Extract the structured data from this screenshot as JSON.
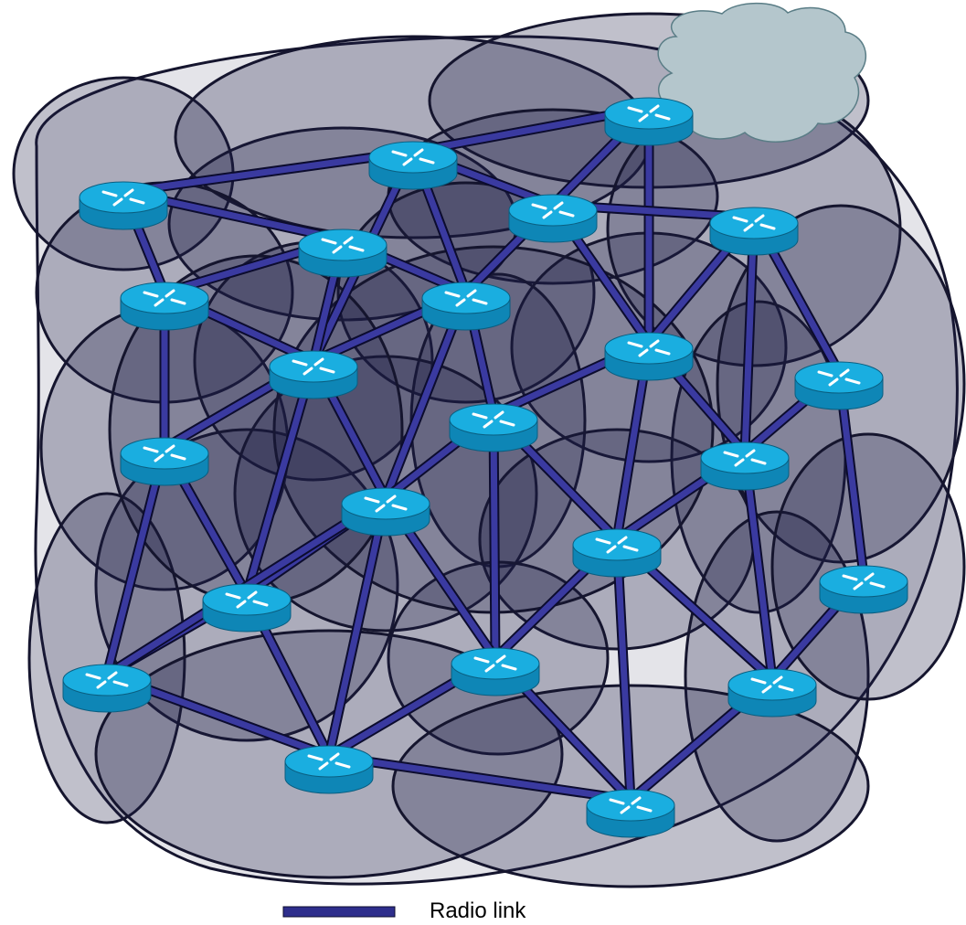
{
  "legend": {
    "label": "Radio link",
    "color": "#2e2e8c"
  },
  "colors": {
    "coverage_fill": "#1e1e46",
    "coverage_stroke": "#15152e",
    "link_fill": "#3a3aa0",
    "link_edge": "#0c0c2e",
    "router_top": "#1aaee0",
    "router_side": "#0e86b6",
    "cloud_fill": "#b4c6cc",
    "cloud_stroke": "#5a7d86"
  },
  "icons": {
    "router": "router-icon",
    "cloud": "internet-cloud-icon"
  },
  "routers": [
    {
      "id": "r1"
    },
    {
      "id": "r2"
    },
    {
      "id": "r3"
    },
    {
      "id": "r4"
    },
    {
      "id": "r5"
    },
    {
      "id": "r6"
    },
    {
      "id": "r7"
    },
    {
      "id": "r8"
    },
    {
      "id": "r9"
    },
    {
      "id": "r10"
    },
    {
      "id": "r11"
    },
    {
      "id": "r12"
    },
    {
      "id": "r13"
    },
    {
      "id": "r14"
    },
    {
      "id": "r15"
    },
    {
      "id": "r16"
    },
    {
      "id": "r17"
    },
    {
      "id": "r18"
    },
    {
      "id": "r19"
    },
    {
      "id": "r20"
    },
    {
      "id": "r21"
    },
    {
      "id": "r22"
    },
    {
      "id": "r23"
    },
    {
      "id": "r24"
    },
    {
      "id": "r25"
    }
  ],
  "links": [
    [
      "r1",
      "r3"
    ],
    [
      "r1",
      "r2"
    ],
    [
      "r1",
      "r6"
    ],
    [
      "r1",
      "r7"
    ],
    [
      "r2",
      "r3"
    ],
    [
      "r2",
      "r5"
    ],
    [
      "r2",
      "r6"
    ],
    [
      "r2",
      "r8"
    ],
    [
      "r3",
      "r4"
    ],
    [
      "r3",
      "r5"
    ],
    [
      "r3",
      "r9"
    ],
    [
      "r3",
      "r8"
    ],
    [
      "r4",
      "r5"
    ],
    [
      "r4",
      "r9"
    ],
    [
      "r4",
      "r10"
    ],
    [
      "r5",
      "r10"
    ],
    [
      "r5",
      "r11"
    ],
    [
      "r6",
      "r7"
    ],
    [
      "r6",
      "r8"
    ],
    [
      "r6",
      "r12"
    ],
    [
      "r7",
      "r12"
    ],
    [
      "r7",
      "r8"
    ],
    [
      "r7",
      "r14"
    ],
    [
      "r8",
      "r9"
    ],
    [
      "r8",
      "r12"
    ],
    [
      "r8",
      "r13"
    ],
    [
      "r8",
      "r15"
    ],
    [
      "r9",
      "r13"
    ],
    [
      "r9",
      "r14"
    ],
    [
      "r9",
      "r10"
    ],
    [
      "r10",
      "r11"
    ],
    [
      "r10",
      "r17"
    ],
    [
      "r10",
      "r16"
    ],
    [
      "r11",
      "r16"
    ],
    [
      "r11",
      "r18"
    ],
    [
      "r12",
      "r15"
    ],
    [
      "r12",
      "r14"
    ],
    [
      "r13",
      "r15"
    ],
    [
      "r13",
      "r17"
    ],
    [
      "r13",
      "r14"
    ],
    [
      "r13",
      "r19"
    ],
    [
      "r14",
      "r21"
    ],
    [
      "r14",
      "r22"
    ],
    [
      "r14",
      "r20"
    ],
    [
      "r14",
      "r19"
    ],
    [
      "r15",
      "r19"
    ],
    [
      "r15",
      "r20"
    ],
    [
      "r16",
      "r17"
    ],
    [
      "r16",
      "r23"
    ],
    [
      "r16",
      "r18"
    ],
    [
      "r17",
      "r19"
    ],
    [
      "r17",
      "r23"
    ],
    [
      "r17",
      "r24"
    ],
    [
      "r17",
      "r21"
    ],
    [
      "r18",
      "r25"
    ],
    [
      "r19",
      "r20"
    ],
    [
      "r19",
      "r22"
    ],
    [
      "r20",
      "r22"
    ],
    [
      "r21",
      "r24"
    ],
    [
      "r21",
      "r22"
    ],
    [
      "r22",
      "r24"
    ],
    [
      "r23",
      "r25"
    ],
    [
      "r23",
      "r24"
    ]
  ]
}
